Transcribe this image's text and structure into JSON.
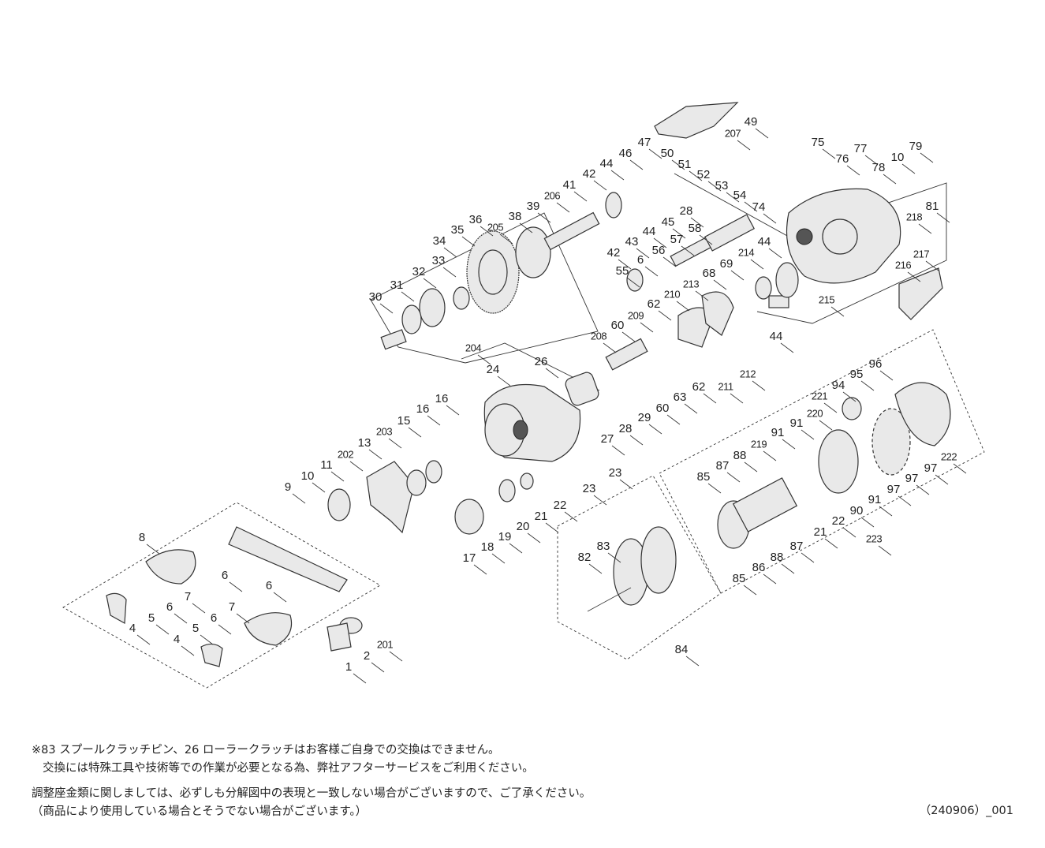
{
  "diagram": {
    "part_labels": [
      "49",
      "207",
      "50",
      "47",
      "46",
      "51",
      "52",
      "53",
      "54",
      "75",
      "77",
      "76",
      "10",
      "78",
      "79",
      "218",
      "81",
      "44",
      "42",
      "41",
      "206",
      "28",
      "45",
      "44",
      "43",
      "42",
      "74",
      "58",
      "57",
      "56",
      "6",
      "55",
      "44",
      "214",
      "69",
      "68",
      "213",
      "210",
      "62",
      "209",
      "60",
      "208",
      "217",
      "216",
      "215",
      "44",
      "36",
      "35",
      "34",
      "205",
      "38",
      "39",
      "33",
      "32",
      "31",
      "30",
      "204",
      "24",
      "26",
      "212",
      "211",
      "62",
      "63",
      "29",
      "28",
      "27",
      "60",
      "23",
      "23",
      "16",
      "16",
      "15",
      "203",
      "13",
      "202",
      "11",
      "10",
      "9",
      "22",
      "21",
      "20",
      "19",
      "18",
      "17",
      "94",
      "95",
      "96",
      "221",
      "220",
      "91",
      "91",
      "219",
      "88",
      "87",
      "85",
      "97",
      "97",
      "97",
      "222",
      "91",
      "90",
      "22",
      "21",
      "223",
      "87",
      "88",
      "86",
      "85",
      "84",
      "83",
      "82",
      "8",
      "6",
      "7",
      "6",
      "5",
      "4",
      "6",
      "7",
      "6",
      "5",
      "4",
      "201",
      "2",
      "1"
    ]
  },
  "notes": {
    "line1": "※83 スプールクラッチピン、26 ローラークラッチはお客様ご自身での交換はできません。",
    "line2": "交換には特殊工具や技術等での作業が必要となる為、弊社アフターサービスをご利用ください。",
    "line3": "調整座金類に関しましては、必ずしも分解図中の表現と一致しない場合がございますので、ご了承ください。",
    "line4": "（商品により使用している場合とそうでない場合がございます。）"
  },
  "document_code": "（240906）_001"
}
